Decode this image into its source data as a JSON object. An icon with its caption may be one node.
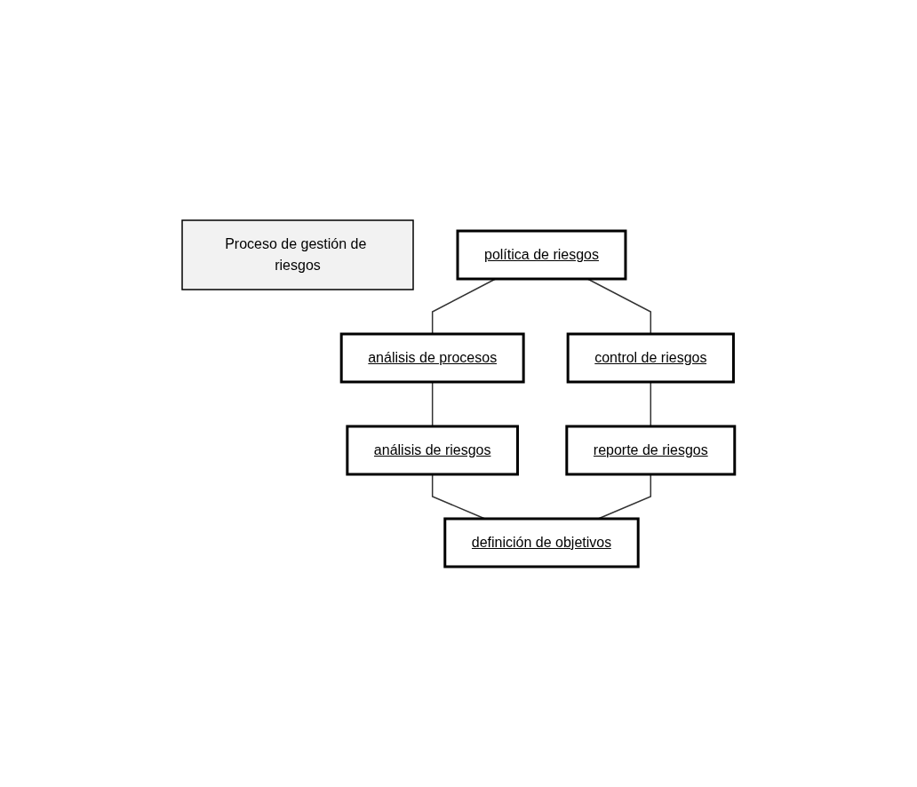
{
  "diagram": {
    "nodes": [
      {
        "text": [
          "Proceso de gestión de riesgos"
        ]
      },
      {
        "text": [
          "política de riesgos"
        ]
      },
      {
        "text": [
          "análisis de procesos"
        ]
      },
      {
        "text": [
          "control de riesgos"
        ]
      },
      {
        "text": [
          "análisis de riesgos"
        ]
      },
      {
        "text": [
          "reporte de riesgos"
        ]
      },
      {
        "text": [
          "definición de objetivos"
        ]
      }
    ],
    "edges": [
      {
        "from": 1,
        "to": 2,
        "arrow": "none"
      },
      {
        "from": 2,
        "to": 4,
        "arrow": "none"
      },
      {
        "from": 4,
        "to": 6,
        "arrow": "none"
      },
      {
        "from": 5,
        "to": 6,
        "arrow": "none"
      },
      {
        "from": 3,
        "to": 5,
        "arrow": "none"
      },
      {
        "from": 1,
        "to": 3,
        "arrow": "none"
      }
    ]
  }
}
